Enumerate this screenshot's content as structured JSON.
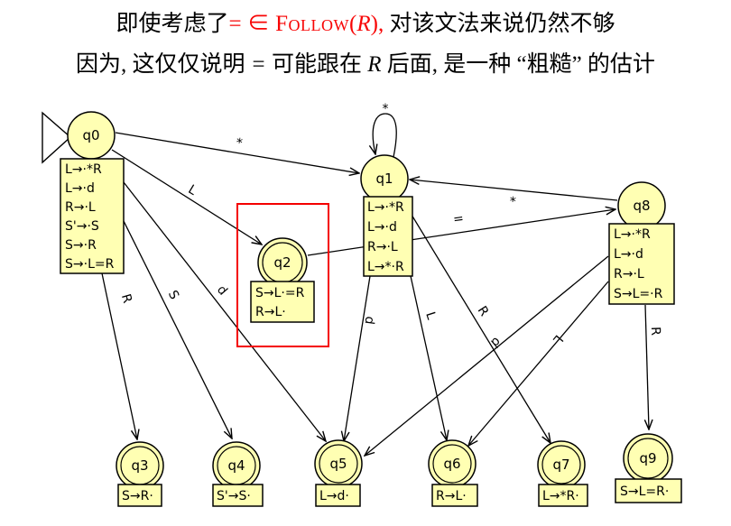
{
  "header": {
    "line1": {
      "pre": "即使考虑了",
      "eq": "= ∈ ",
      "follow": "Follow",
      "open": "(",
      "R": "R",
      "close": "),",
      "post": " 对该文法来说仍然不够"
    },
    "line2": {
      "p1": "因为, 这仅仅说明 ",
      "eq": "=",
      "p2": " 可能跟在 ",
      "R": "R",
      "p3": " 后面, 是一种 “粗糙” 的估计"
    }
  },
  "colors": {
    "node_fill": "#ffffb3",
    "highlight_red": "#f40000",
    "red_text": "#f80505"
  },
  "diagram": {
    "nodes": {
      "q0": {
        "label": "q0",
        "items": [
          "L→·*R",
          "L→·d",
          "R→·L",
          "S'→·S",
          "S→·R",
          "S→·L=R"
        ]
      },
      "q1": {
        "label": "q1",
        "items": [
          "L→·*R",
          "L→·d",
          "R→·L",
          "L→*·R"
        ]
      },
      "q2": {
        "label": "q2",
        "items": [
          "S→L·=R",
          "R→L·"
        ]
      },
      "q3": {
        "label": "q3",
        "items": [
          "S→R·"
        ]
      },
      "q4": {
        "label": "q4",
        "items": [
          "S'→S·"
        ]
      },
      "q5": {
        "label": "q5",
        "items": [
          "L→d·"
        ]
      },
      "q6": {
        "label": "q6",
        "items": [
          "R→L·"
        ]
      },
      "q7": {
        "label": "q7",
        "items": [
          "L→*R·"
        ]
      },
      "q8": {
        "label": "q8",
        "items": [
          "L→·*R",
          "L→·d",
          "R→·L",
          "S→L=·R"
        ]
      },
      "q9": {
        "label": "q9",
        "items": [
          "S→L=R·"
        ]
      }
    },
    "edge_labels": {
      "q0_q1": "*",
      "q0_q2": "L",
      "q0_q3": "R",
      "q0_q4": "S",
      "q0_q5": "d",
      "q1_loop": "*",
      "q2_q8": "=",
      "q8_q1": "*",
      "q1_q5": "d",
      "q1_q6": "L",
      "q1_q7": "R",
      "q8_q5": "d",
      "q8_q6": "L",
      "q8_q9": "R"
    }
  }
}
